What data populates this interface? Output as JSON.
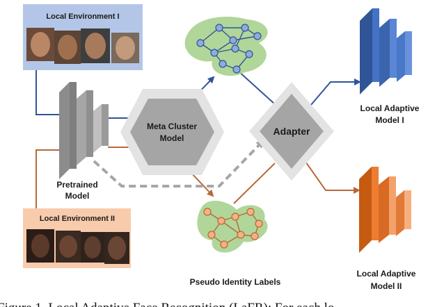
{
  "env1": {
    "title": "Local Environment I",
    "panel_color": "#b4c6e7",
    "title_color": "#1f3864"
  },
  "env2": {
    "title": "Local Environment II",
    "panel_color": "#f8cbad",
    "title_color": "#7b2f00"
  },
  "pretrained": {
    "line1": "Pretrained",
    "line2": "Model"
  },
  "meta_cluster": {
    "line1": "Meta Cluster",
    "line2": "Model"
  },
  "adapter": {
    "label": "Adapter"
  },
  "pseudo_labels": {
    "label": "Pseudo Identity Labels"
  },
  "model1": {
    "line1": "Local Adaptive",
    "line2": "Model I",
    "color": "#4472c4"
  },
  "model2": {
    "line1": "Local Adaptive",
    "line2": "Model II",
    "color": "#ed7d31"
  },
  "caption": "Figure 1. Local Adaptive Face Recognition (LaFR): For each lo",
  "colors": {
    "blue_arrow": "#2f5597",
    "orange_arrow": "#b8683a",
    "gray_arrow": "#a6a6a6",
    "graph_bg": "#a9d18e"
  }
}
